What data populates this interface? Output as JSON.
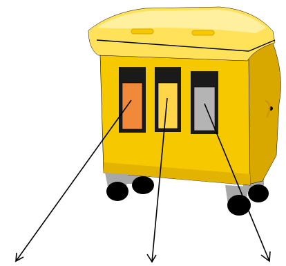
{
  "figure": {
    "subject": "yellow-recycling-container",
    "colors": {
      "body": "#F5C800",
      "body_shadow": "#D9A800",
      "body_dark": "#C89400",
      "lid": "#FFE15A",
      "lid_highlight": "#FFF0A0",
      "outline": "#000000",
      "slot_left_fill": "#F08A3A",
      "slot_middle_fill": "#FFD54A",
      "slot_right_fill": "#B4B4B4",
      "slot_frame": "#1A1A1A",
      "wheel_tire": "#000000",
      "wheel_fork": "#A8A8A8",
      "arrow": "#000000",
      "background": "#FFFFFF"
    },
    "slots": [
      {
        "name": "slot-left",
        "color_key": "slot_left_fill"
      },
      {
        "name": "slot-middle",
        "color_key": "slot_middle_fill"
      },
      {
        "name": "slot-right",
        "color_key": "slot_right_fill"
      }
    ],
    "arrow_count": 3,
    "wheel_count": 4
  }
}
